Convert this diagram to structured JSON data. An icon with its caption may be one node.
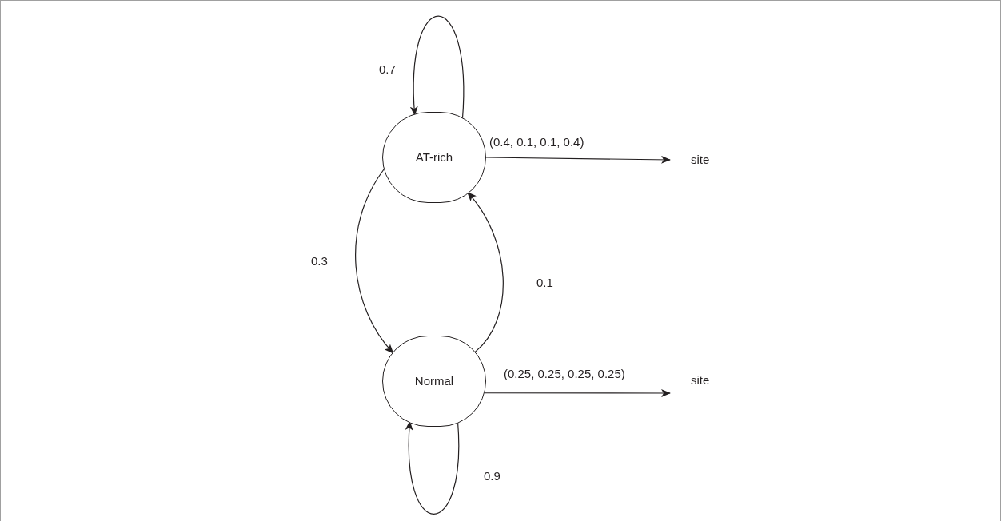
{
  "diagram": {
    "nodes": [
      {
        "text": [
          "AT-rich"
        ]
      },
      {
        "text": [
          "Normal"
        ]
      },
      {
        "text": [
          "site"
        ]
      },
      {
        "text": [
          "site"
        ]
      }
    ],
    "edges": [
      {
        "from": 0,
        "to": 0,
        "arrow": "to",
        "label": "0.7"
      },
      {
        "from": 1,
        "to": 1,
        "arrow": "to",
        "label": "0.9"
      },
      {
        "from": 0,
        "to": 1,
        "arrow": "to",
        "label": "0.3"
      },
      {
        "from": 1,
        "to": 0,
        "arrow": "to",
        "label": "0.1"
      },
      {
        "from": 0,
        "to": 2,
        "arrow": "to",
        "label": "(0.4, 0.1, 0.1, 0.4)"
      },
      {
        "from": 1,
        "to": 3,
        "arrow": "to",
        "label": "(0.25, 0.25, 0.25, 0.25)"
      }
    ]
  }
}
